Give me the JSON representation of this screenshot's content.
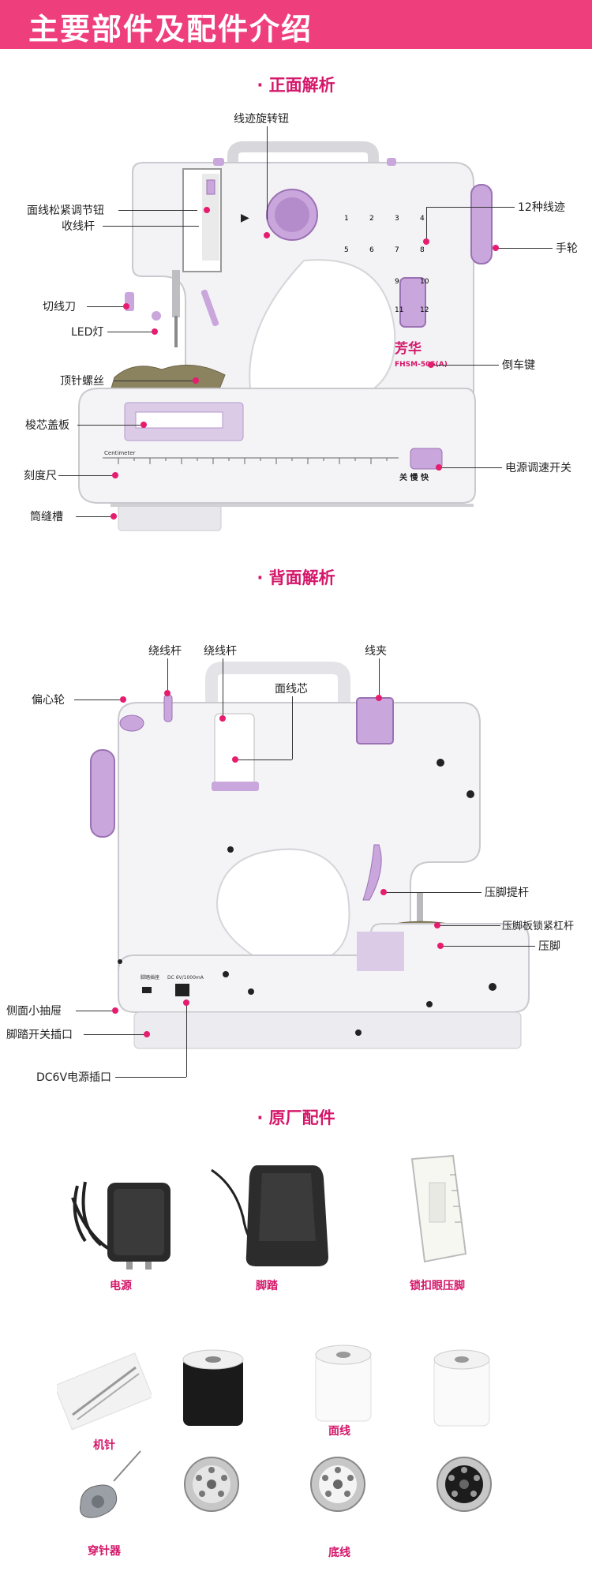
{
  "header": {
    "title": "主要部件及配件介绍"
  },
  "front": {
    "title": "· 正面解析",
    "brand": "芳华",
    "model": "FHSM-505(A)",
    "switch_text": "关 慢 快",
    "ruler_text": "Centimeter",
    "stitch_numbers": [
      "1",
      "2",
      "3",
      "4",
      "5",
      "6",
      "7",
      "8",
      "9",
      "10",
      "11",
      "12"
    ],
    "labels": {
      "dial": "线迹旋转钮",
      "tension": "面线松紧调节钮",
      "take_up": "收线杆",
      "stitches": "12种线迹",
      "handwheel": "手轮",
      "cutter": "切线刀",
      "led": "LED灯",
      "reverse": "倒车键",
      "needle_screw": "顶针螺丝",
      "bobbin_cover": "梭芯盖板",
      "ruler": "刻度尺",
      "power_switch": "电源调速开关",
      "sleeve": "筒缝槽"
    }
  },
  "back": {
    "title": "· 背面解析",
    "board_text": "脚踏插座",
    "dc_text": "DC 6V/1000mA",
    "labels": {
      "winder1": "绕线杆",
      "winder2": "绕线杆",
      "clip": "线夹",
      "spool": "面线芯",
      "cam": "偏心轮",
      "presser_lift": "压脚提杆",
      "presser_screw": "压脚板锁紧杠杆",
      "presser_foot": "压脚",
      "drawer": "侧面小抽屉",
      "pedal_jack": "脚踏开关插口",
      "dc_jack": "DC6V电源插口"
    }
  },
  "accessories": {
    "title": "· 原厂配件",
    "items": {
      "power": "电源",
      "pedal": "脚踏",
      "buttonhole": "锁扣眼压脚",
      "needle": "机针",
      "thread": "面线",
      "threader": "穿针器",
      "bobbin": "底线"
    }
  },
  "colors": {
    "accent": "#e61d6e",
    "banner": "#ee3f7c",
    "lilac": "#c9a6dc",
    "body": "#f3f3f5"
  }
}
